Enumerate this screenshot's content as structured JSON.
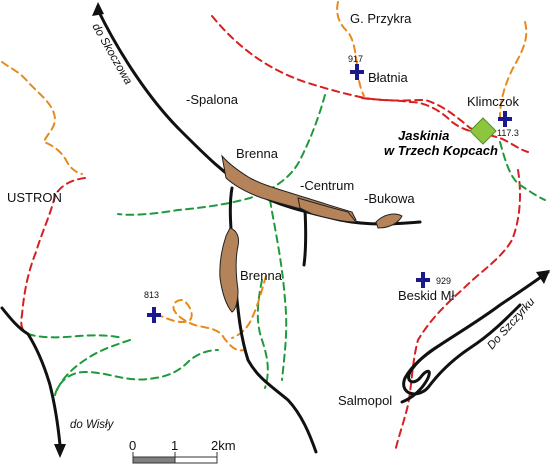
{
  "colors": {
    "trail_red": "#d81f1f",
    "trail_green": "#1e9a3c",
    "trail_orange": "#e8891c",
    "road": "#111111",
    "village": "#b5835a",
    "summit": "#1a1a8c",
    "cave": "#8cc63f"
  },
  "peaks": {
    "przykra": {
      "name": "G. Przykra"
    },
    "blatnia": {
      "name": "Błatnia",
      "elevation": "917"
    },
    "klimczok": {
      "name": "Klimczok",
      "elevation": "117.3"
    },
    "beskid_maly": {
      "name": "Beskid Mł",
      "elevation": "929"
    },
    "unnamed_813": {
      "elevation": "813"
    }
  },
  "places": {
    "spalona": "-Spalona",
    "brenna_north": "Brenna",
    "centrum": "-Centrum",
    "bukowa": "-Bukowa",
    "brenna_south": "Brenna",
    "ustron": "USTROŃ",
    "salmopol": "Salmopol"
  },
  "cave": {
    "line1": "Jaskinia",
    "line2": "w Trzech Kopcach"
  },
  "roads": {
    "skoczow": "do Skoczowa",
    "wisla": "do Wisły",
    "szczyrk": "Do Szczyrku"
  },
  "scale": {
    "tick_0": "0",
    "tick_1": "1",
    "tick_2": "2km"
  }
}
